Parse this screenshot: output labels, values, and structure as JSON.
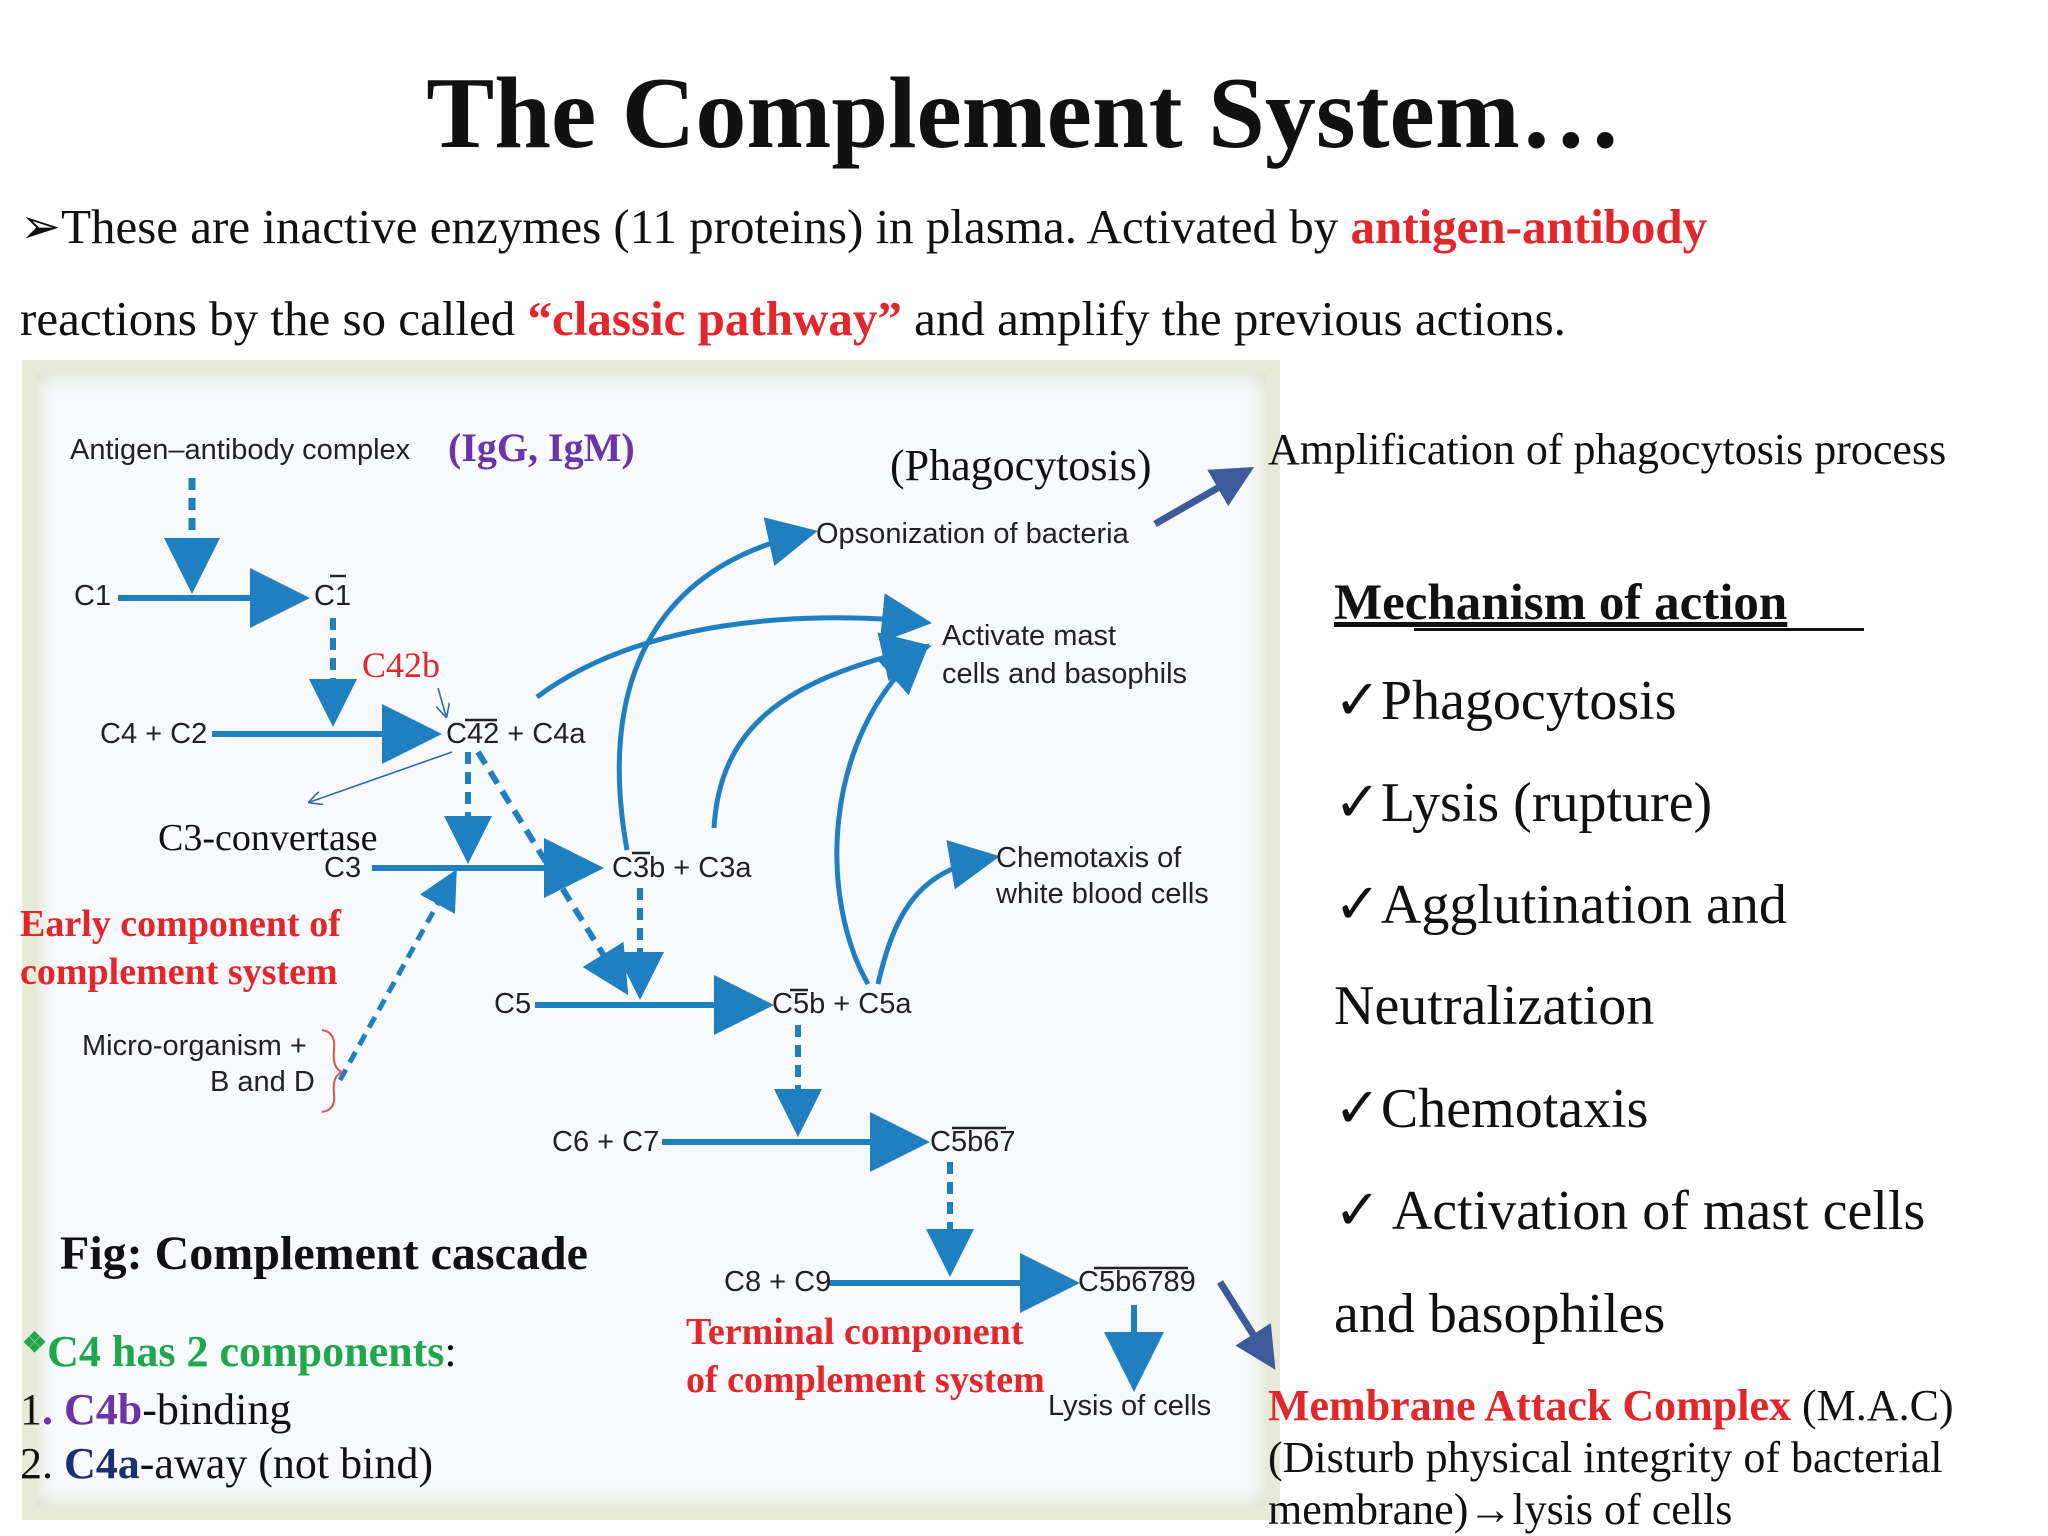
{
  "title": "The Complement System…",
  "intro": {
    "bullet_icon": "➢",
    "line1_a": "These are inactive enzymes (11 proteins) in  plasma. Activated by ",
    "line1_red": "antigen-antibody",
    "line2_a": "reactions by the so called ",
    "line2_red": "“classic pathway”",
    "line2_b": " and amplify the previous actions."
  },
  "diagram": {
    "antigen_complex": "Antigen–antibody complex",
    "igg_igm": "(IgG, IgM)",
    "phagocytosis_paren": "(Phagocytosis)",
    "c1": "C1",
    "c1_bar": "C1",
    "c42b": "C42b",
    "c4c2": "C4 + C2",
    "c42_c4a": "C42 + C4a",
    "c3_convertase": "C3-convertase",
    "c3": "C3",
    "c3b_c3a": "C3b + C3a",
    "early_component": "Early component of complement system",
    "c5": "C5",
    "c5b_c5a": "C5b + C5a",
    "micro_organism": "Micro-organism +",
    "b_and_d": "B and D",
    "c6c7": "C6 + C7",
    "c5b67": "C5b67",
    "fig_caption": "Fig: Complement cascade",
    "c8c9": "C8 + C9",
    "c5b6789": "C5b6789",
    "terminal_component": "Terminal component of complement system",
    "lysis_of_cells": "Lysis of cells",
    "opsonization": "Opsonization of bacteria",
    "activate_mast_1": "Activate mast",
    "activate_mast_2": "cells and basophils",
    "chemotaxis_1": "Chemotaxis of",
    "chemotaxis_2": "white blood cells",
    "arrow_color": "#1f7fc1",
    "annotation_arrow_color": "#3d5a9a"
  },
  "c4_note": {
    "bullet_icon": "❖",
    "heading": "C4 has 2 components",
    "colon": ":",
    "item1_num": "1",
    "item1_dot": ".",
    "item1_key": " C4b",
    "item1_rest": "-binding",
    "item2_num": "2. ",
    "item2_key": "C4a",
    "item2_rest": "-away (not bind)"
  },
  "amplification": "Amplification of phagocytosis process",
  "mechanism": {
    "title": "Mechanism of action",
    "check_icon": "✓",
    "items": [
      "Phagocytosis",
      "Lysis (rupture)",
      "Agglutination and",
      "Neutralization",
      "Chemotaxis",
      " Activation of mast cells",
      "and basophiles"
    ]
  },
  "mac": {
    "red": "Membrane Attack Complex",
    "rest": " (M.A.C)",
    "line2": "(Disturb physical integrity of bacterial",
    "line3": "membrane)→lysis of cells"
  }
}
